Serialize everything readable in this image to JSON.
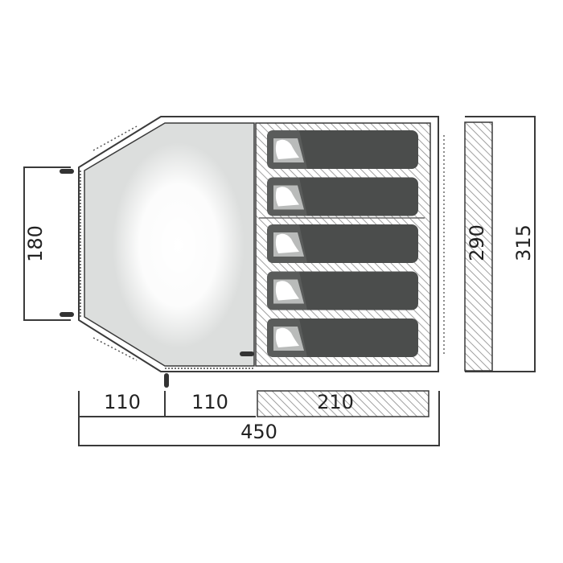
{
  "floorplan": {
    "dimensions": {
      "width_left": "180",
      "vestibule_depth": "110",
      "living_depth": "110",
      "bedroom_depth": "210",
      "total_length": "450",
      "bedroom_width": "290",
      "total_width": "315"
    },
    "berth_count": 5,
    "colors": {
      "line": "#3a3a3a",
      "living_fill": "#dcdedd",
      "sleeping_bag": "#4b4d4c",
      "hatch": "#777777",
      "text": "#222222"
    }
  }
}
